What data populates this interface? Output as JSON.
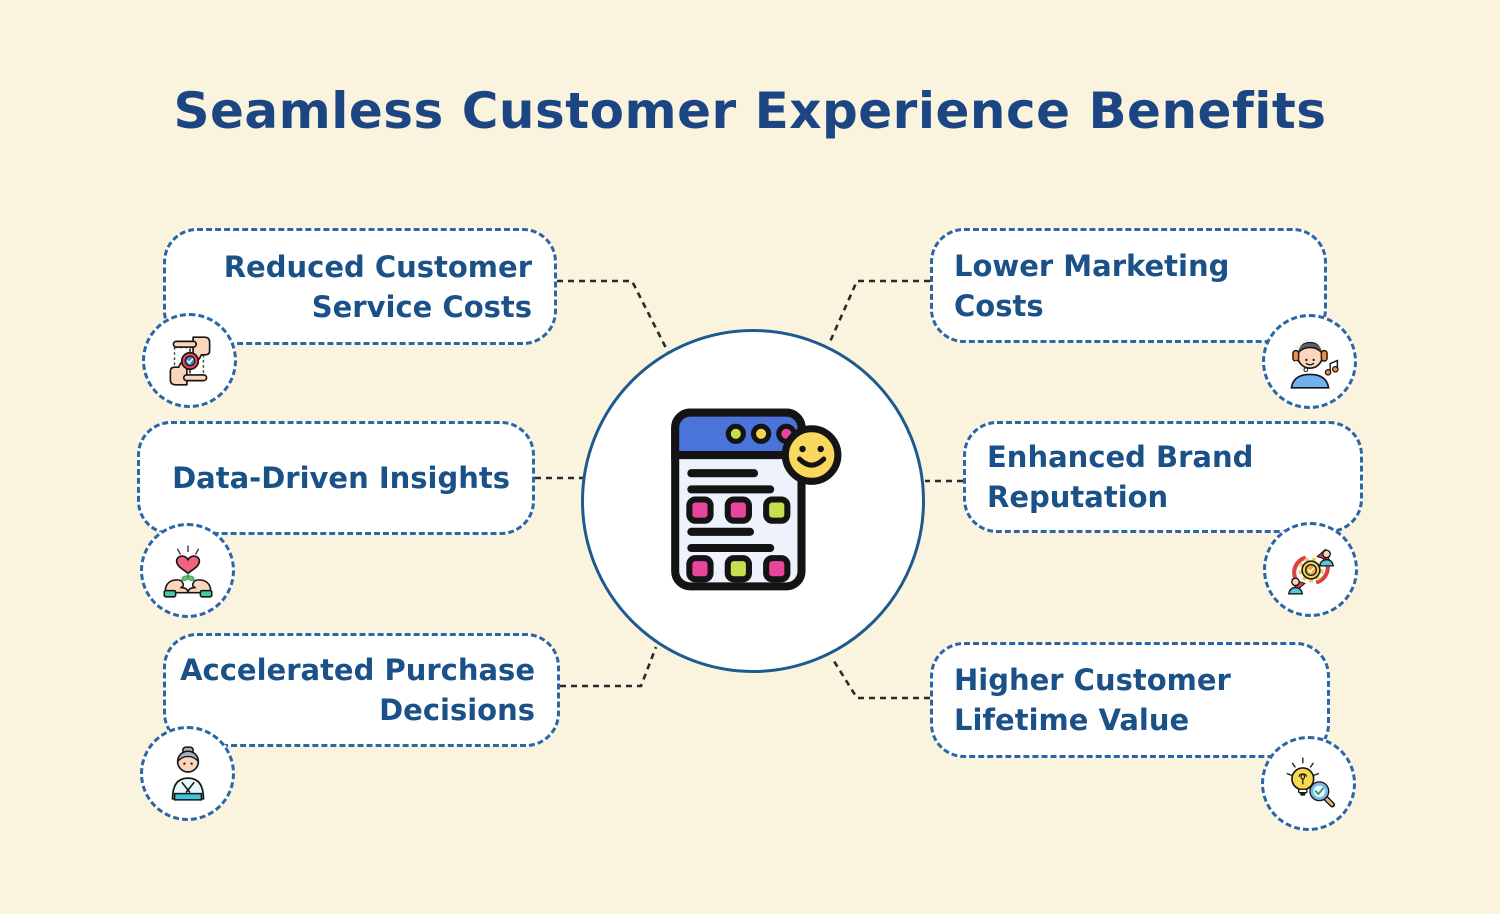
{
  "title": "Seamless Customer Experience Benefits",
  "colors": {
    "background": "#FAF3DE",
    "box_fill": "#FFFFFF",
    "dashed_border_blue": "#2B66A5",
    "center_circle_border": "#1D5A8E",
    "title_text": "#1B4583",
    "label_text": "#1A5188",
    "connector": "#2A2A2A",
    "icon_pink": "#E8459C",
    "icon_green": "#C6DF4E",
    "icon_yellow": "#F8D95E",
    "icon_header_blue": "#4A74DA"
  },
  "center": {
    "icon": "survey-app-with-smiley-icon"
  },
  "benefits": [
    {
      "label": "Reduced Customer\nService Costs",
      "icon": "hands-framing-target-icon",
      "side": "left"
    },
    {
      "label": "Data-Driven Insights",
      "icon": "hands-holding-heart-icon",
      "side": "left"
    },
    {
      "label": "Accelerated Purchase\nDecisions",
      "icon": "person-bowing-icon",
      "side": "left"
    },
    {
      "label": "Lower Marketing\nCosts",
      "icon": "support-agent-headphones-icon",
      "side": "right"
    },
    {
      "label": "Enhanced Brand\nReputation",
      "icon": "people-cycle-gear-icon",
      "side": "right"
    },
    {
      "label": "Higher Customer\nLifetime Value",
      "icon": "lightbulb-magnifier-icon",
      "side": "right"
    }
  ]
}
